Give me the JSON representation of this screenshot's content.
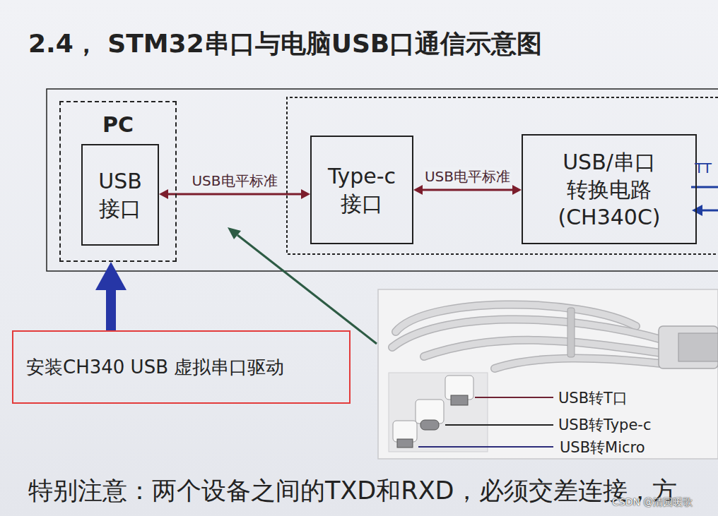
{
  "diagram": {
    "title": "2.4， STM32串口与电脑USB口通信示意图",
    "nodes": [
      {
        "text": [
          "PC"
        ]
      },
      {
        "text": [
          "USB 接口"
        ],
        "in": 0
      },
      {
        "text": [
          "Type-c 接口"
        ]
      },
      {
        "text": [
          "USB/串口 转换电路 (CH340C)"
        ]
      },
      {
        "text": [
          "安装CH340 USB 虚拟串口驱动"
        ]
      }
    ],
    "edges": [
      {
        "from": 1,
        "to": 2,
        "arrow": "both",
        "label": "USB电平标准"
      },
      {
        "from": 2,
        "to": 3,
        "arrow": "both",
        "label": "USB电平标准"
      },
      {
        "from": 4,
        "to": 0,
        "arrow": "to"
      }
    ],
    "labels": [
      "TT",
      "USB转T口",
      "USB转Type-c",
      "USB转Micro",
      "特别注意：两个设备之间的TXD和RXD，必须交差连接，方",
      "CSDN @清园暖歌"
    ]
  }
}
